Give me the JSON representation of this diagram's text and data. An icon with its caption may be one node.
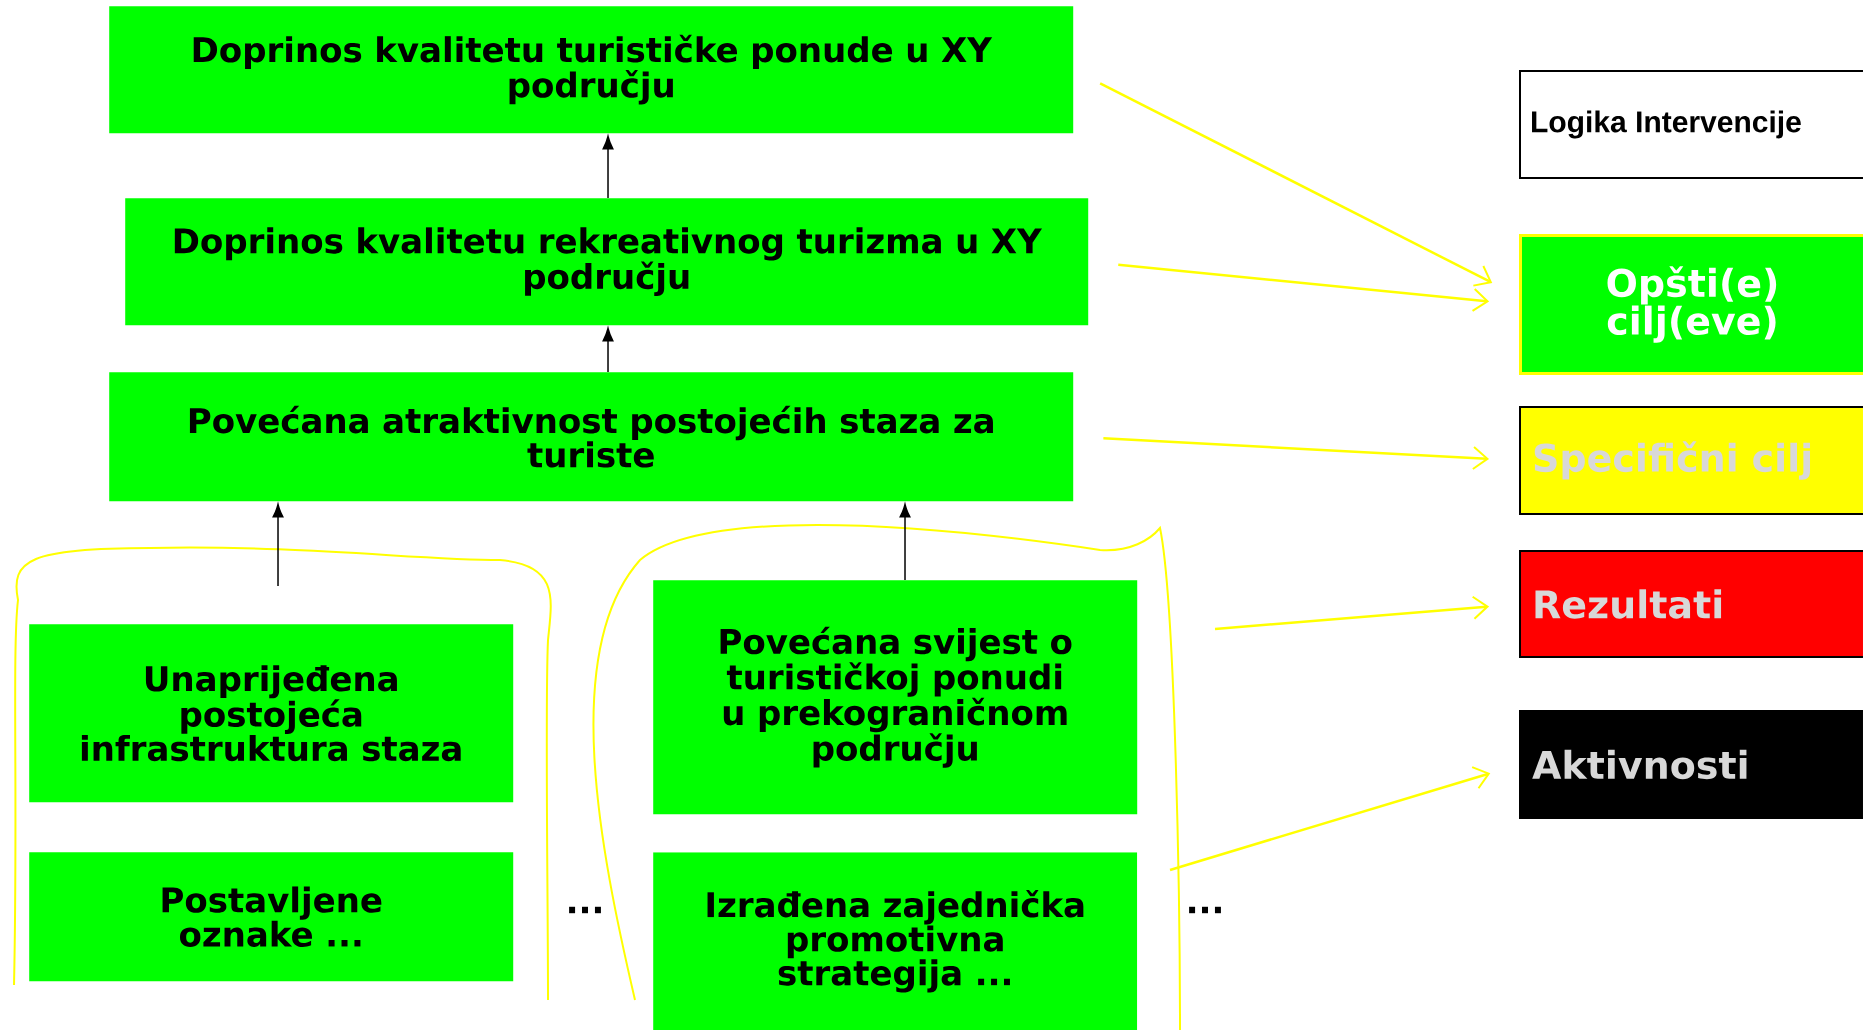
{
  "diagram": {
    "nodes": [
      {
        "text": [
          "Doprinos kvalitetu turističke ponude u XY području"
        ]
      },
      {
        "text": [
          "Doprinos kvalitetu rekreativnog turizma u XY području"
        ]
      },
      {
        "text": [
          "Povećana atraktivnost postojećih staza za turiste"
        ]
      },
      {
        "text": [
          "Unaprijeđena postojeća infrastruktura staza"
        ]
      },
      {
        "text": [
          "Postavljene oznake ..."
        ]
      },
      {
        "text": [
          "Povećana svijest o turističkoj ponudi u prekograničnom području"
        ]
      },
      {
        "text": [
          "Izrađena zajednička promotivna strategija ..."
        ]
      },
      {
        "text": [
          "Logika Intervencije"
        ]
      },
      {
        "text": [
          "Opšti(e) cilj(eve)"
        ]
      },
      {
        "text": [
          "Specifični cilj"
        ]
      },
      {
        "text": [
          "Rezultati"
        ]
      },
      {
        "text": [
          "Aktivnosti"
        ]
      }
    ],
    "edges": [
      {
        "from": 1,
        "to": 0,
        "arrow": "to",
        "color": "#000000"
      },
      {
        "from": 2,
        "to": 1,
        "arrow": "to",
        "color": "#000000"
      },
      {
        "from": 3,
        "to": 2,
        "arrow": "to",
        "color": "#000000"
      },
      {
        "from": 5,
        "to": 2,
        "arrow": "to",
        "color": "#000000"
      },
      {
        "from": 0,
        "to": 8,
        "arrow": "to"
      },
      {
        "from": 1,
        "to": 8,
        "arrow": "to"
      },
      {
        "from": 2,
        "to": 9,
        "arrow": "to"
      },
      {
        "from": null,
        "to": 10,
        "arrow": "to"
      },
      {
        "from": null,
        "to": 11,
        "arrow": "to"
      }
    ],
    "labels": [
      "...",
      "..."
    ]
  }
}
